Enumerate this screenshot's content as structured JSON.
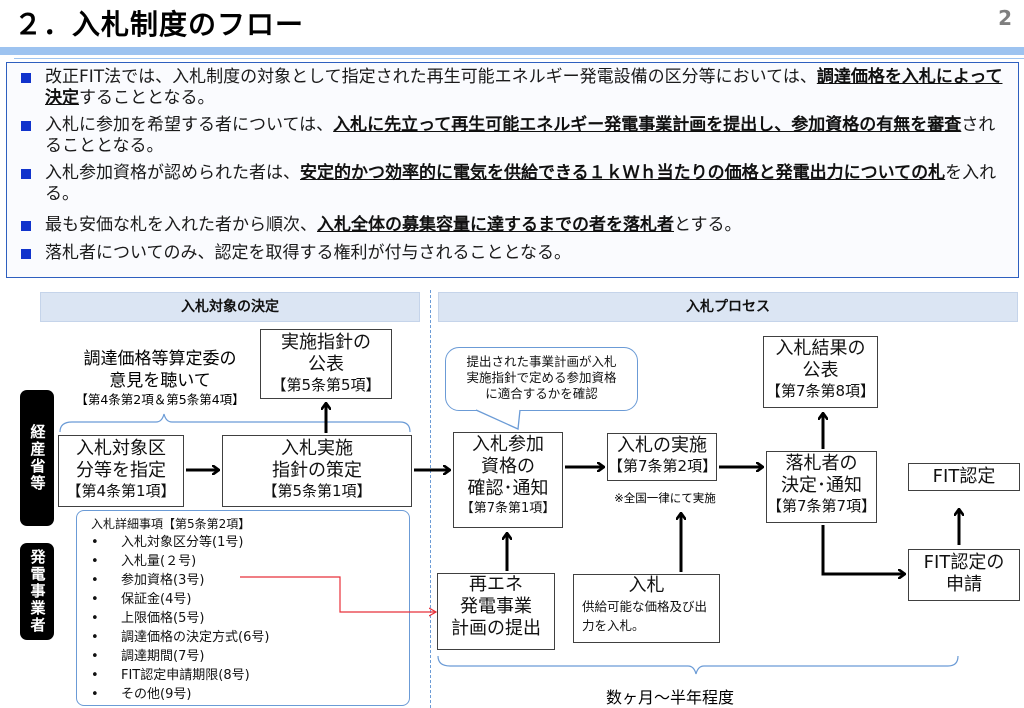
{
  "header": {
    "title": "２．入札制度のフロー",
    "page_number": "2"
  },
  "summary": {
    "bullets": [
      {
        "parts": [
          {
            "text": "改正FIT法では、入札制度の対象として指定された再生可能エネルギー発電設備の区分等においては、",
            "bold": false
          },
          {
            "text": "調達価格を入札によって決定",
            "bold": true
          },
          {
            "text": "することとなる。",
            "bold": false
          }
        ]
      },
      {
        "parts": [
          {
            "text": "入札に参加を希望する者については、",
            "bold": false
          },
          {
            "text": "入札に先立って再生可能エネルギー発電事業計画を提出し、参加資格の有無を審査",
            "bold": true
          },
          {
            "text": "されることとなる。",
            "bold": false
          }
        ]
      },
      {
        "parts": [
          {
            "text": "入札参加資格が認められた者は、",
            "bold": false
          },
          {
            "text": "安定的かつ効率的に電気を供給できる１ｋＷｈ当たりの価格と発電出力についての札",
            "bold": true
          },
          {
            "text": "を入れる。",
            "bold": false
          }
        ]
      },
      {
        "parts": [
          {
            "text": "最も安価な札を入れた者から順次、",
            "bold": false
          },
          {
            "text": "入札全体の募集容量に達するまでの者を落札者",
            "bold": true
          },
          {
            "text": "とする。",
            "bold": false
          }
        ]
      },
      {
        "parts": [
          {
            "text": "落札者についてのみ、認定を取得する権利が付与されることとなる。",
            "bold": false
          }
        ]
      }
    ],
    "accent_color": "#1133cc"
  },
  "sections": {
    "left_title": "入札対象の決定",
    "right_title": "入札プロセス"
  },
  "actors": {
    "meti": "経産省等",
    "generator": "発電事業者"
  },
  "left_flow": {
    "committee_note": {
      "line1": "調達価格等算定委の",
      "line2": "意見を聴いて",
      "ref": "【第4条第2項＆第5条第4項】"
    },
    "publish_guideline": {
      "line1": "実施指針の",
      "line2": "公表",
      "ref": "【第5条第5項】"
    },
    "designate": {
      "line1": "入札対象区",
      "line2": "分等を指定",
      "ref": "【第4条第1項】"
    },
    "formulate": {
      "line1": "入札実施",
      "line2": "指針の策定",
      "ref": "【第5条第1項】"
    },
    "details": {
      "title": "入札詳細事項【第5条第2項】",
      "items": [
        "入札対象区分等(1号)",
        "入札量(２号)",
        "参加資格(3号)",
        "保証金(4号)",
        "上限価格(5号)",
        "調達価格の決定方式(6号)",
        "調達期間(7号)",
        "FIT認定申請期限(8号)",
        "その他(9号)"
      ]
    }
  },
  "right_flow": {
    "callout": {
      "line1": "提出された事業計画が入札",
      "line2": "実施指針で定める参加資格",
      "line3": "に適合するかを確認"
    },
    "qualify": {
      "line1": "入札参加",
      "line2": "資格の",
      "line3": "確認･通知",
      "ref": "【第7条第1項】"
    },
    "conduct": {
      "line1": "入札の実施",
      "ref": "【第7条第2項】",
      "note": "※全国一律にて実施"
    },
    "results": {
      "line1": "入札結果の",
      "line2": "公表",
      "ref": "【第7条第8項】"
    },
    "winner": {
      "line1": "落札者の",
      "line2": "決定･通知",
      "ref": "【第7条第7項】"
    },
    "fit_cert": {
      "label": "FIT認定"
    },
    "fit_apply": {
      "line1": "FIT認定の",
      "line2": "申請"
    },
    "submit_plan": {
      "line1": "再エネ",
      "line2": "発電事業",
      "line3": "計画の提出"
    },
    "bid": {
      "title": "入札",
      "line1": "供給可能な価格及び出",
      "line2": "力を入札。"
    },
    "duration": "数ヶ月～半年程度"
  }
}
